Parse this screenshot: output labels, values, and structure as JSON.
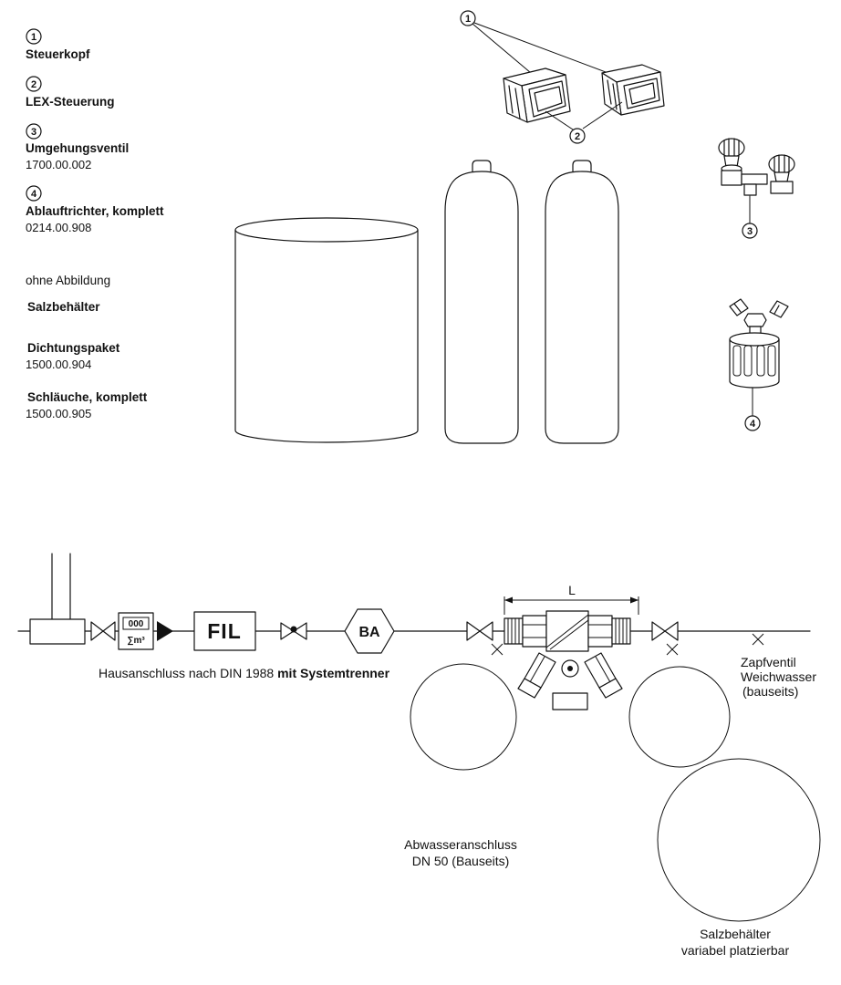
{
  "parts_list": {
    "items": [
      {
        "num": "1",
        "name": "Steuerkopf",
        "code": ""
      },
      {
        "num": "2",
        "name": "LEX-Steuerung",
        "code": ""
      },
      {
        "num": "3",
        "name": "Umgehungsventil",
        "code": "1700.00.002"
      },
      {
        "num": "4",
        "name": "Ablauftrichter, komplett",
        "code": "0214.00.908"
      }
    ],
    "no_image_header": "ohne Abbildung",
    "no_image_items": [
      {
        "name": "Salzbehälter",
        "code": ""
      },
      {
        "name": "Dichtungspaket",
        "code": "1500.00.904"
      },
      {
        "name": "Schläuche, komplett",
        "code": "1500.00.905"
      }
    ]
  },
  "callouts": {
    "c1": "1",
    "c2": "2",
    "c3": "3",
    "c4": "4"
  },
  "schematic": {
    "meter_counter": "000",
    "meter_unit": "∑m³",
    "filter_label": "FIL",
    "backflow_label": "BA",
    "dimension_label": "L",
    "house_connection_text": "Hausanschluss nach DIN 1988 ",
    "house_connection_bold": "mit Systemtrenner",
    "tap_line1": "Zapfventil",
    "tap_line2": "Weichwasser",
    "tap_line3": "(bauseits)",
    "waste_line1": "Abwasseranschluss",
    "waste_line2": "DN 50 (Bauseits)",
    "salt_line1": "Salzbehälter",
    "salt_line2": "variabel platzierbar"
  }
}
